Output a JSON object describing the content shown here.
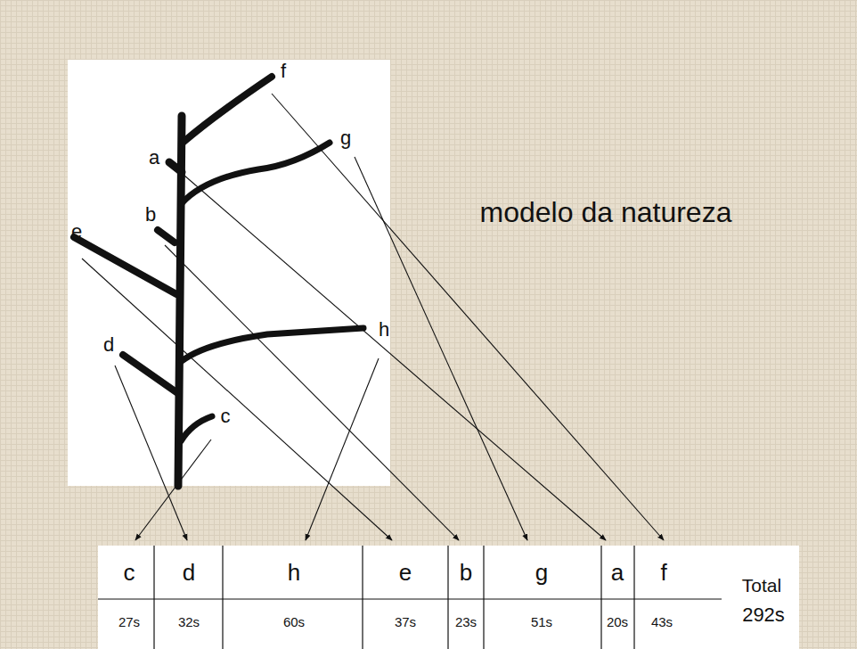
{
  "diagram": {
    "title": "modelo da natureza",
    "labels": [
      "f",
      "g",
      "a",
      "b",
      "e",
      "h",
      "d",
      "c",
      "c",
      "d",
      "h",
      "e",
      "b",
      "g",
      "a",
      "f",
      "Total",
      "27s",
      "32s",
      "60s",
      "37s",
      "23s",
      "51s",
      "20s",
      "43s",
      "292s"
    ]
  }
}
